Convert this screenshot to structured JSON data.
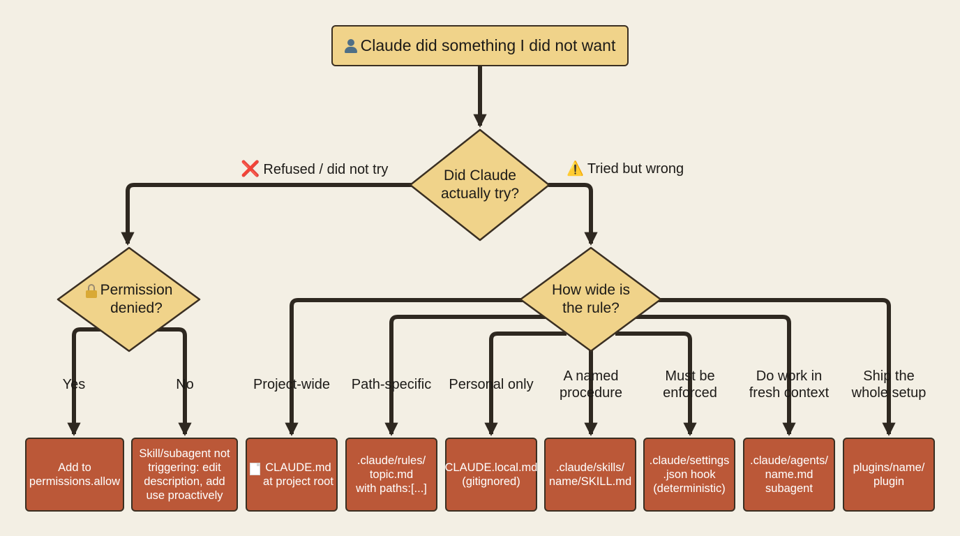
{
  "root": {
    "icon": "user-icon",
    "label": "Claude did something I did not want"
  },
  "decision_tried": {
    "label": "Did Claude\nactually try?"
  },
  "branch_refused": {
    "icon": "x-icon",
    "glyph": "❌",
    "label": "Refused / did not try"
  },
  "branch_wrong": {
    "icon": "warning-icon",
    "glyph": "⚠️",
    "label": "Tried but wrong"
  },
  "decision_permission": {
    "icon": "lock-icon",
    "label": "Permission\ndenied?"
  },
  "decision_scope": {
    "label": "How wide is\nthe rule?"
  },
  "answers": {
    "yes": "Yes",
    "no": "No",
    "project_wide": "Project-wide",
    "path_specific": "Path-specific",
    "personal_only": "Personal only",
    "named_procedure": "A named\nprocedure",
    "must_enforce": "Must be\nenforced",
    "fresh_context": "Do work in\nfresh context",
    "ship_setup": "Ship the\nwhole setup"
  },
  "outcomes": {
    "permissions": "Add to\npermissions.allow",
    "skill_trigger": "Skill/subagent not\ntriggering: edit\ndescription, add\nuse proactively",
    "claude_md": "CLAUDE.md\nat project root",
    "rules_topic": ".claude/rules/\ntopic.md\nwith paths:[...]",
    "claude_local": "CLAUDE.local.md\n(gitignored)",
    "skills": ".claude/skills/\nname/SKILL.md",
    "settings_hook": ".claude/settings\n.json hook\n(deterministic)",
    "agents": ".claude/agents/\nname.md\nsubagent",
    "plugins": "plugins/name/\nplugin"
  },
  "colors": {
    "background": "#f3efe4",
    "decision_fill": "#f0d38a",
    "outcome_fill": "#bb5838",
    "line": "#2e2820"
  }
}
